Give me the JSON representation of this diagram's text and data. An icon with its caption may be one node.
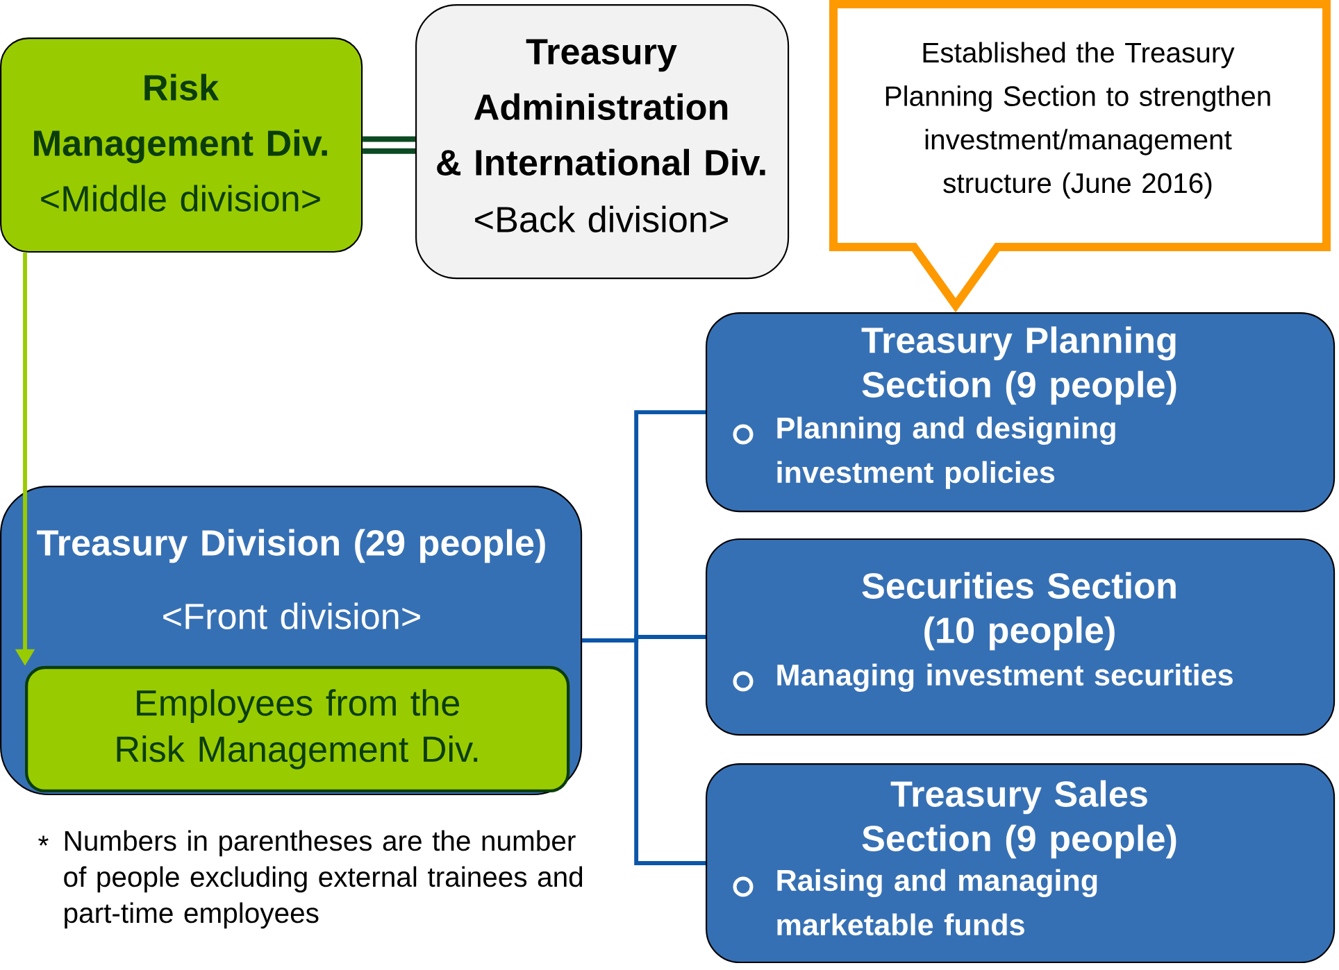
{
  "diagram": {
    "nodes": [
      {
        "text": [
          "Risk Management Div.",
          "<Middle division>"
        ]
      },
      {
        "text": [
          "Treasury Administration & International Div.",
          "<Back division>"
        ]
      },
      {
        "text": [
          "Established the Treasury Planning Section to strengthen investment/management structure (June 2016)"
        ]
      },
      {
        "text": [
          "Treasury Division (29 people)",
          "<Front division>"
        ]
      },
      {
        "text": [
          "Employees from the Risk Management Div."
        ],
        "in": 3
      },
      {
        "text": [
          "Treasury Planning Section (9 people)",
          "Planning and designing investment policies"
        ]
      },
      {
        "text": [
          "Securities Section (10 people)",
          "Managing investment securities"
        ]
      },
      {
        "text": [
          "Treasury Sales Section (9 people)",
          "Raising and managing marketable funds"
        ]
      }
    ],
    "edges": [
      {
        "from": 0,
        "to": 1,
        "arrow": "none",
        "style": "thick",
        "color": "#0b4a22"
      },
      {
        "from": 0,
        "to": 4,
        "arrow": "to",
        "color": "#99cc00"
      },
      {
        "from": 3,
        "to": 5,
        "arrow": "none"
      },
      {
        "from": 3,
        "to": 6,
        "arrow": "none"
      },
      {
        "from": 3,
        "to": 7,
        "arrow": "none"
      }
    ],
    "labels": [
      "*",
      "Numbers in parentheses are the number of people excluding external trainees and part-time employees"
    ]
  }
}
